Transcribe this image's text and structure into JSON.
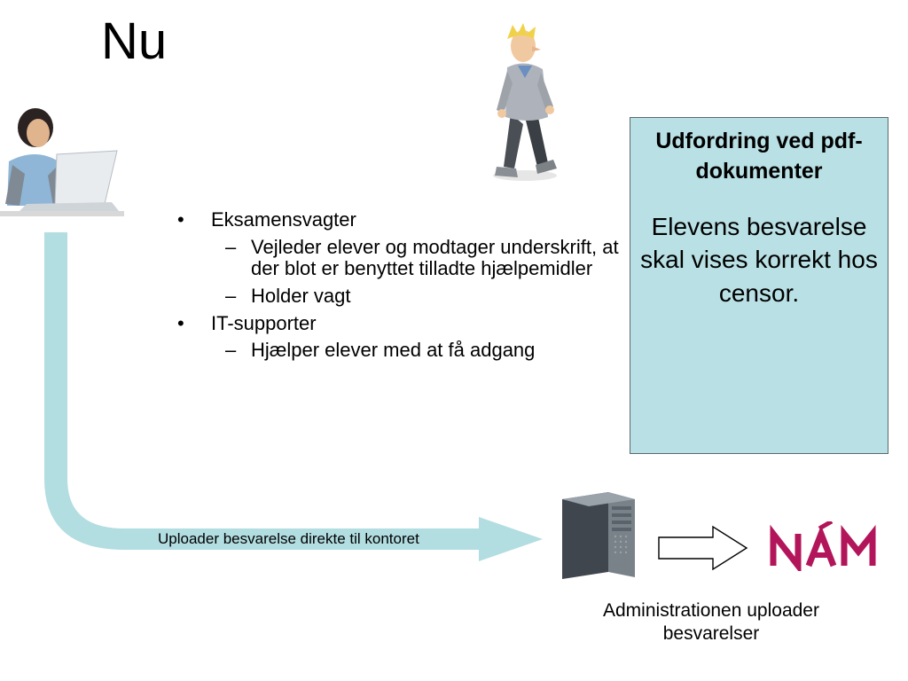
{
  "slide": {
    "title": "Nu",
    "bullets": [
      {
        "text": "Eksamensvagter",
        "subitems": [
          "Vejleder elever og modtager underskrift, at der blot er benyttet tilladte hjælpemidler",
          "Holder vagt"
        ]
      },
      {
        "text": "IT-supporter",
        "subitems": [
          "Hjælper elever med at få adgang"
        ]
      }
    ],
    "callout": {
      "heading": "Udfordring ved pdf-dokumenter",
      "body": "Elevens besvarelse skal vises korrekt hos censor."
    },
    "upload_label": "Uploader besvarelse direkte til kontoret",
    "admin_label": "Administrationen uploader besvarelser",
    "logo_text": "NÁM",
    "colors": {
      "arrow": "#b2dde1",
      "callout_bg": "#b9e0e4",
      "logo": "#b2155a"
    }
  }
}
